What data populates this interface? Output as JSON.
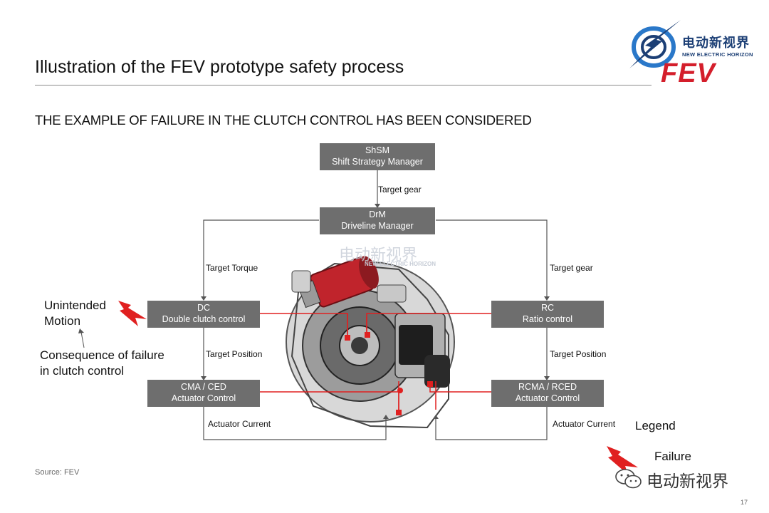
{
  "header": {
    "title": "Illustration of the FEV prototype safety process",
    "subtitle": "THE EXAMPLE OF FAILURE IN THE CLUTCH CONTROL HAS BEEN CONSIDERED"
  },
  "logo": {
    "cn": "电动新视界",
    "en": "NEW ELECTRIC HORIZON",
    "fev": "FEV",
    "icon": "lightning-globe-icon"
  },
  "boxes": {
    "shsm": {
      "line1": "ShSM",
      "line2": "Shift Strategy Manager"
    },
    "drm": {
      "line1": "DrM",
      "line2": "Driveline Manager"
    },
    "dc": {
      "line1": "DC",
      "line2": "Double clutch control"
    },
    "rc": {
      "line1": "RC",
      "line2": "Ratio control"
    },
    "cma": {
      "line1": "CMA / CED",
      "line2": "Actuator Control"
    },
    "rcma": {
      "line1": "RCMA / RCED",
      "line2": "Actuator Control"
    }
  },
  "connector_labels": {
    "target_gear_top": "Target gear",
    "target_torque": "Target Torque",
    "target_gear_right": "Target gear",
    "target_position_left": "Target Position",
    "target_position_right": "Target Position",
    "actuator_current_left": "Actuator Current",
    "actuator_current_right": "Actuator Current"
  },
  "annotations": {
    "unintended_motion_1": "Unintended",
    "unintended_motion_2": "Motion",
    "consequence_1": "Consequence of failure",
    "consequence_2": "in clutch control"
  },
  "legend": {
    "title": "Legend",
    "failure": "Failure"
  },
  "footer": {
    "source": "Source: FEV",
    "page": "17",
    "watermark": "电动新视界"
  },
  "image_watermark": {
    "cn": "电动新视界",
    "en": "NEW ELECTRIC HORIZON"
  },
  "colors": {
    "box": "#6e6e6e",
    "failure_red": "#e02020",
    "logo_blue": "#1c3f75",
    "fev_red": "#d41e2b"
  }
}
